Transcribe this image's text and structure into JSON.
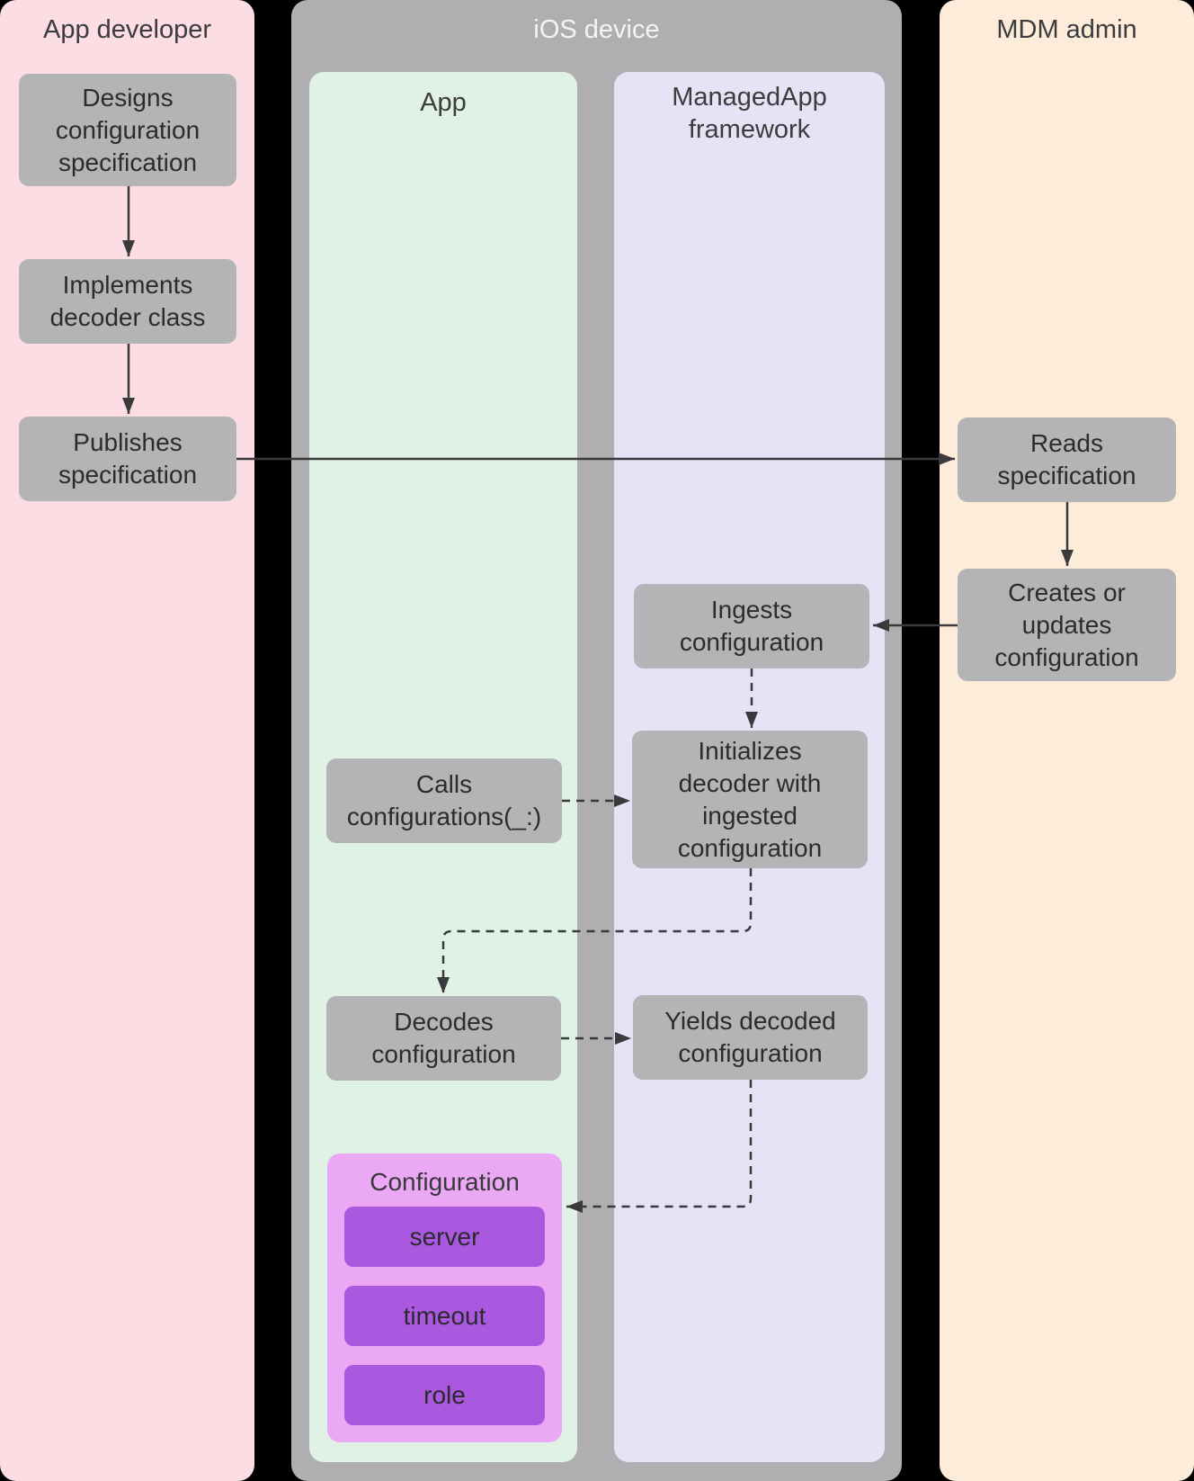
{
  "columns": {
    "app_developer": {
      "title": "App developer"
    },
    "ios_device": {
      "title": "iOS device"
    },
    "app": {
      "title": "App"
    },
    "managed_app": {
      "title": "ManagedApp\nframework"
    },
    "mdm_admin": {
      "title": "MDM admin"
    }
  },
  "nodes": {
    "designs": {
      "label": "Designs\nconfiguration\nspecification"
    },
    "implements": {
      "label": "Implements\ndecoder class"
    },
    "publishes": {
      "label": "Publishes\nspecification"
    },
    "reads": {
      "label": "Reads\nspecification"
    },
    "creates": {
      "label": "Creates or\nupdates\nconfiguration"
    },
    "ingests": {
      "label": "Ingests\nconfiguration"
    },
    "initializes": {
      "label": "Initializes\ndecoder with\ningested\nconfiguration"
    },
    "calls": {
      "label": "Calls\nconfigurations(_:)"
    },
    "decodes": {
      "label": "Decodes\nconfiguration"
    },
    "yields": {
      "label": "Yields decoded\nconfiguration"
    }
  },
  "configuration": {
    "title": "Configuration",
    "fields": [
      {
        "label": "server"
      },
      {
        "label": "timeout"
      },
      {
        "label": "role"
      }
    ]
  },
  "colors": {
    "background": "#000000",
    "app_developer_column": "#FBDDE3",
    "ios_device_column": "#AFAFB1",
    "app_column": "#DFF2E5",
    "managed_app_column": "#E5E3F6",
    "mdm_admin_column": "#FDECDA",
    "node_fill": "#B4B4B6",
    "configuration_fill": "#EBA8F5",
    "field_fill": "#AA58DF",
    "arrow": "#3A3A3C",
    "node_text": "#2C2C2E",
    "ios_device_title_text": "#F4F4F6"
  }
}
